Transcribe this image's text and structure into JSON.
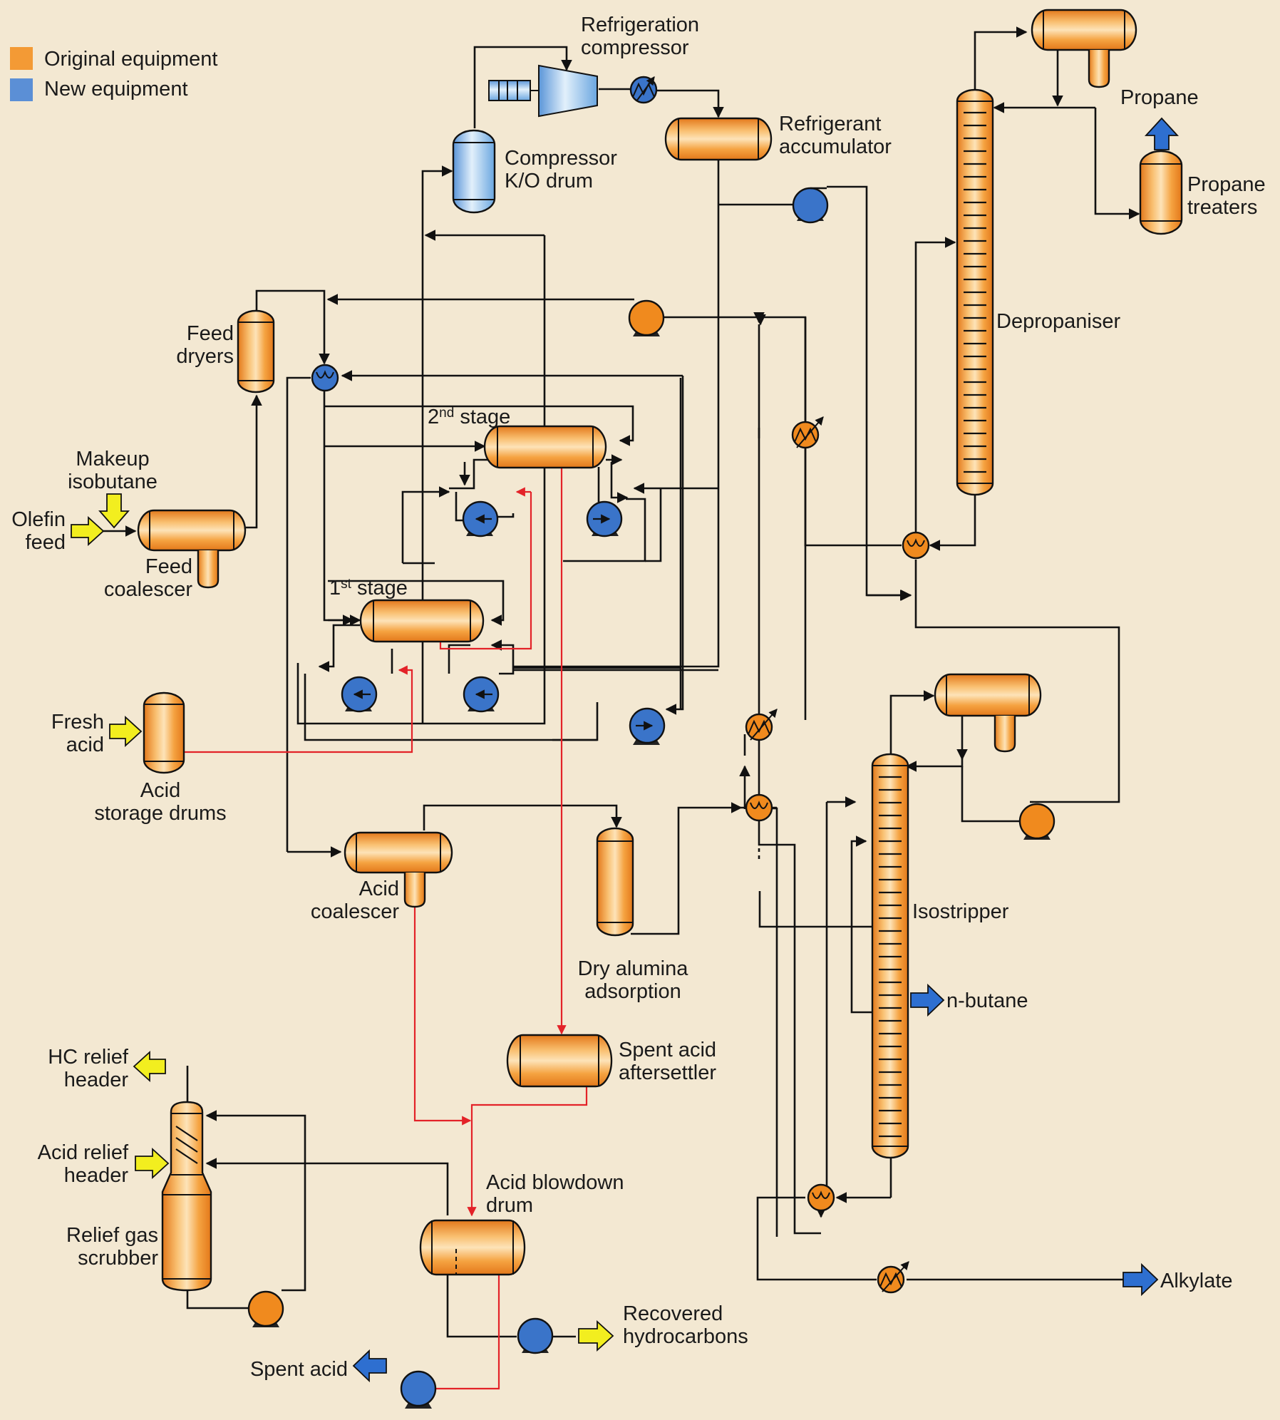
{
  "legend": {
    "original_label": "Original equipment",
    "new_label": "New equipment",
    "original_color": "#f39a35",
    "new_color": "#5b8fd6"
  },
  "colors": {
    "background": "#f3e8d2",
    "process_line": "#111111",
    "acid_line": "#e32228",
    "feed_arrow": "#f2ee1f",
    "product_arrow": "#2e6fd0"
  },
  "labels": {
    "refrigeration_compressor_1": "Refrigeration",
    "refrigeration_compressor_2": "compressor",
    "refrigerant_accumulator_1": "Refrigerant",
    "refrigerant_accumulator_2": "accumulator",
    "compressor_ko_drum_1": "Compressor",
    "compressor_ko_drum_2": "K/O drum",
    "propane": "Propane",
    "propane_treaters_1": "Propane",
    "propane_treaters_2": "treaters",
    "depropaniser": "Depropaniser",
    "feed_dryers_1": "Feed",
    "feed_dryers_2": "dryers",
    "makeup_isobutane_1": "Makeup",
    "makeup_isobutane_2": "isobutane",
    "olefin_feed_1": "Olefin",
    "olefin_feed_2": "feed",
    "feed_coalescer_1": "Feed",
    "feed_coalescer_2": "coalescer",
    "second_stage_num": "2",
    "second_stage_sup": "nd",
    "second_stage_word": " stage",
    "first_stage_num": "1",
    "first_stage_sup": "st",
    "first_stage_word": " stage",
    "fresh_acid_1": "Fresh",
    "fresh_acid_2": "acid",
    "acid_storage_drums_1": "Acid",
    "acid_storage_drums_2": "storage drums",
    "acid_coalescer_1": "Acid",
    "acid_coalescer_2": "coalescer",
    "dry_alumina_1": "Dry alumina",
    "dry_alumina_2": "adsorption",
    "isostripper": "Isostripper",
    "n_butane": "n-butane",
    "spent_acid_aftersettler_1": "Spent acid",
    "spent_acid_aftersettler_2": "aftersettler",
    "hc_relief_header_1": "HC relief",
    "hc_relief_header_2": "header",
    "acid_relief_header_1": "Acid relief",
    "acid_relief_header_2": "header",
    "relief_gas_scrubber_1": "Relief gas",
    "relief_gas_scrubber_2": "scrubber",
    "acid_blowdown_drum_1": "Acid blowdown",
    "acid_blowdown_drum_2": "drum",
    "recovered_hydrocarbons_1": "Recovered",
    "recovered_hydrocarbons_2": "hydrocarbons",
    "spent_acid": "Spent acid",
    "alkylate": "Alkylate"
  }
}
